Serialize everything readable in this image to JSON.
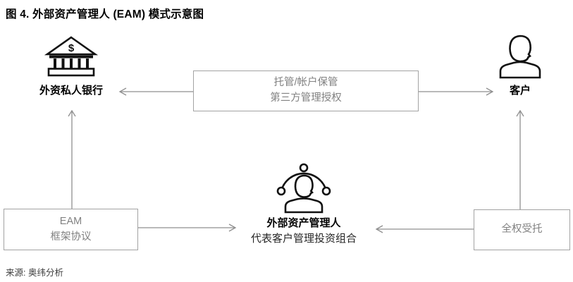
{
  "title": "图 4. 外部资产管理人 (EAM) 模式示意图",
  "source": "来源: 奥纬分析",
  "nodes": {
    "bank": {
      "label": "外资私人银行",
      "icon": "bank-icon",
      "icon_symbol": "$"
    },
    "client": {
      "label": "客户",
      "icon": "person-icon"
    },
    "eam": {
      "label": "外部资产管理人",
      "sublabel": "代表客户管理投资组合",
      "icon": "person-network-icon"
    }
  },
  "boxes": {
    "custody": {
      "line1": "托管/帐户保管",
      "line2": "第三方管理授权"
    },
    "framework": {
      "line1": "EAM",
      "line2": "框架协议"
    },
    "mandate": {
      "line1": "全权受托"
    }
  },
  "edges": [
    {
      "id": "custody-to-bank",
      "from": "custody-box",
      "to": "foreign-private-bank",
      "direction": "left"
    },
    {
      "id": "custody-to-client",
      "from": "custody-box",
      "to": "client",
      "direction": "right"
    },
    {
      "id": "framework-to-bank",
      "from": "eam-framework-box",
      "to": "foreign-private-bank",
      "direction": "up"
    },
    {
      "id": "framework-to-eam",
      "from": "eam-framework-box",
      "to": "external-asset-manager",
      "direction": "right"
    },
    {
      "id": "mandate-to-client",
      "from": "mandate-box",
      "to": "client",
      "direction": "up"
    },
    {
      "id": "mandate-to-eam",
      "from": "mandate-box",
      "to": "external-asset-manager",
      "direction": "left"
    }
  ],
  "colors": {
    "background": "#ffffff",
    "text_primary": "#000000",
    "text_secondary": "#262626",
    "box_text_gray": "#818181",
    "box_border_gray": "#a3a3a3",
    "arrow_gray": "#8f8f8f",
    "icon_stroke": "#111111"
  }
}
